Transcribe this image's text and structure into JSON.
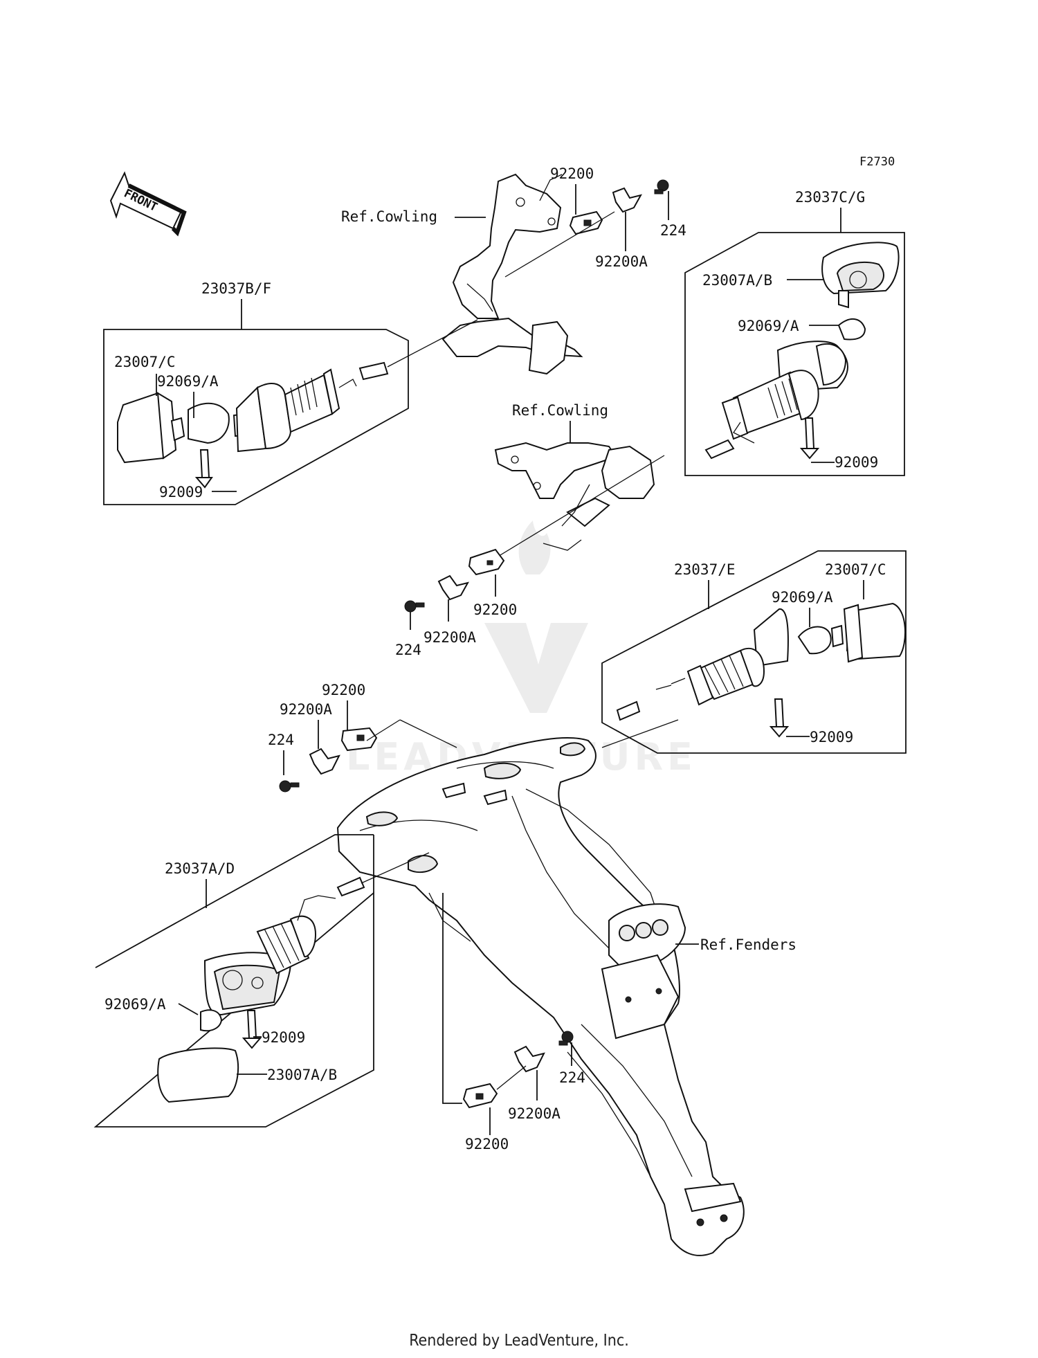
{
  "figure_code": "F2730",
  "front_label": "FRONT",
  "watermark": "LEADVENTURE",
  "footer": "Rendered by LeadVenture, Inc.",
  "labels": {
    "ref_cowling_top": "Ref.Cowling",
    "ref_cowling_mid": "Ref.Cowling",
    "ref_fenders": "Ref.Fenders",
    "p23037bf": "23037B/F",
    "p23007c_left": "23007/C",
    "p92069a_left": "92069/A",
    "p92009_left": "92009",
    "p92200_top": "92200",
    "p92200a_top": "92200A",
    "p224_top": "224",
    "p23037cg": "23037C/G",
    "p23007ab_right": "23007A/B",
    "p92069a_right": "92069/A",
    "p92009_right": "92009",
    "p92200_mid": "92200",
    "p92200a_mid": "92200A",
    "p224_mid": "224",
    "p23037e": "23037/E",
    "p23007c_right": "23007/C",
    "p92069a_e": "92069/A",
    "p92009_e": "92009",
    "p92200_left": "92200",
    "p92200a_left": "92200A",
    "p224_left": "224",
    "p23037ad": "23037A/D",
    "p92069a_ad": "92069/A",
    "p92009_ad": "92009",
    "p23007ab_ad": "23007A/B",
    "p224_bottom": "224",
    "p92200a_bottom": "92200A",
    "p92200_bottom": "92200"
  }
}
